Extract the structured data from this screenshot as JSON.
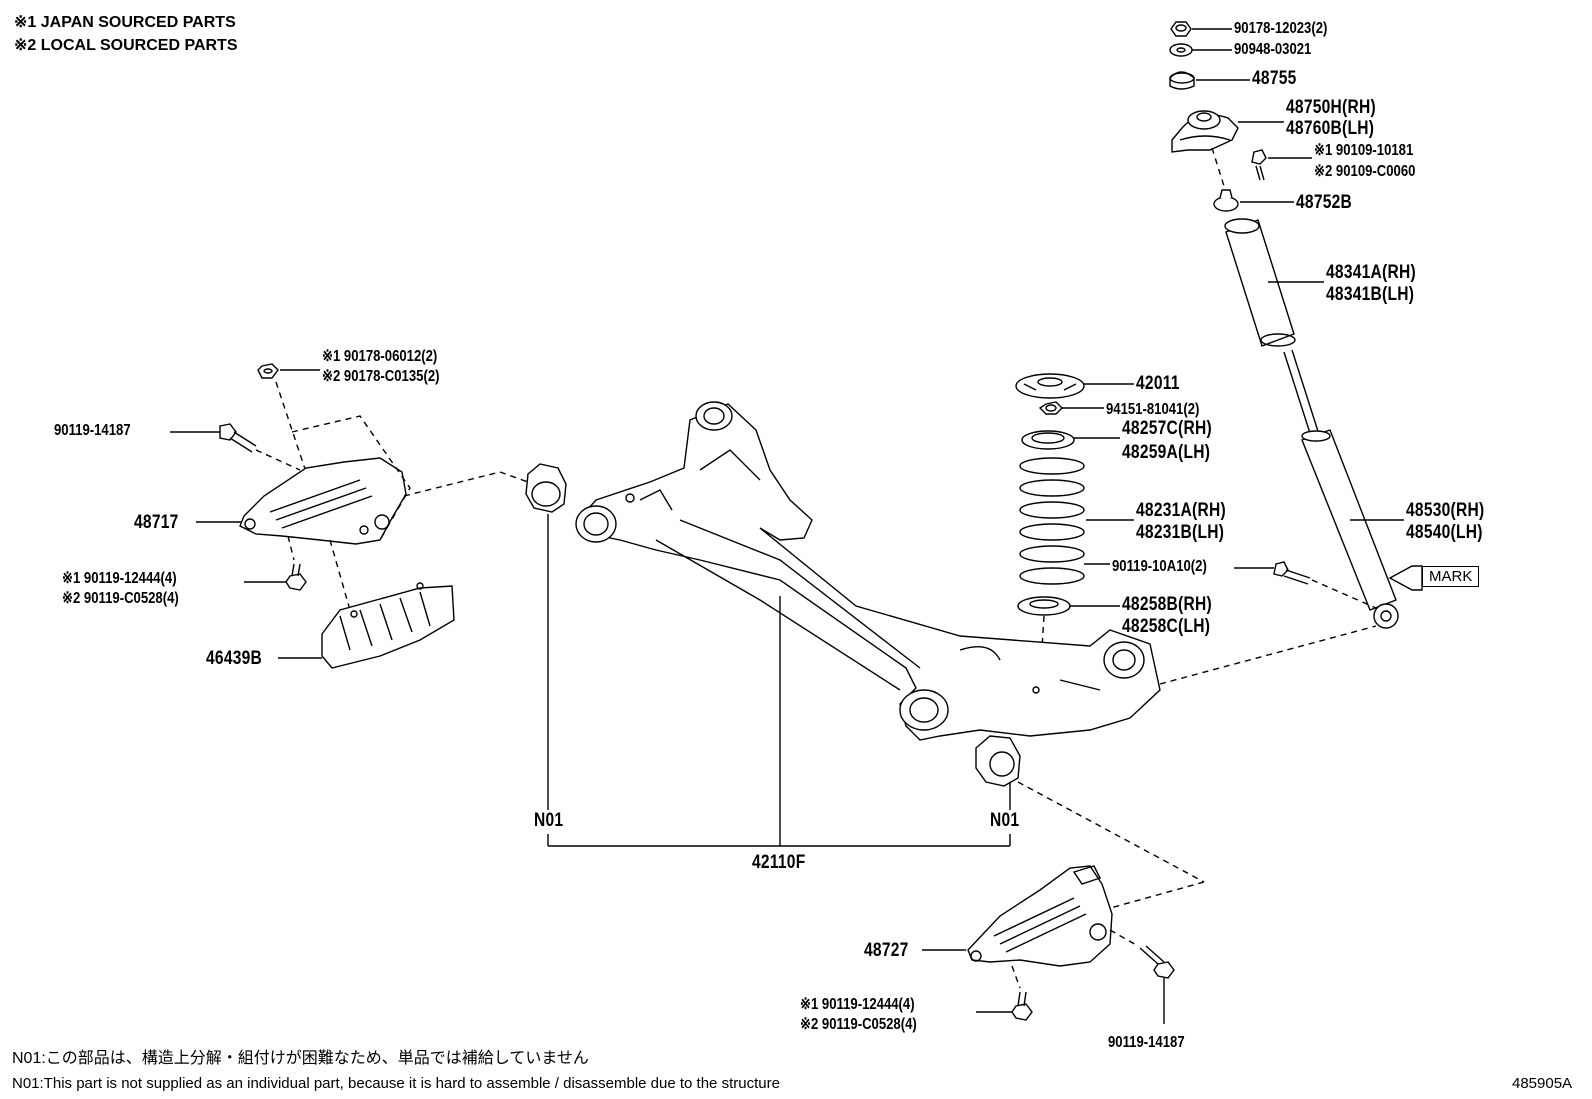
{
  "legend": {
    "line1": "※1 JAPAN SOURCED PARTS",
    "line2": "※2 LOCAL SOURCED PARTS"
  },
  "labels": {
    "p90178_12023": "90178-12023(2)",
    "p90948_03021": "90948-03021",
    "p48755": "48755",
    "p48750H": "48750H(RH)",
    "p48760B": "48760B(LH)",
    "p90109_10181": "※1 90109-10181",
    "p90109_C0060": "※2 90109-C0060",
    "p48752B": "48752B",
    "p48341A": "48341A(RH)",
    "p48341B": "48341B(LH)",
    "p90178_06012": "※1 90178-06012(2)",
    "p90178_C0135": "※2 90178-C0135(2)",
    "p90119_14187_top": "90119-14187",
    "p48717": "48717",
    "p90119_12444_top": "※1 90119-12444(4)",
    "p90119_C0528_top": "※2 90119-C0528(4)",
    "p46439B": "46439B",
    "p42011": "42011",
    "p94151": "94151-81041(2)",
    "p48257C": "48257C(RH)",
    "p48259A": "48259A(LH)",
    "p48231A": "48231A(RH)",
    "p48231B": "48231B(LH)",
    "p90119_10A10": "90119-10A10(2)",
    "p48258B": "48258B(RH)",
    "p48258C": "48258C(LH)",
    "p48530": "48530(RH)",
    "p48540": "48540(LH)",
    "mark": "MARK",
    "n01_left": "N01",
    "n01_right": "N01",
    "p42110F": "42110F",
    "p48727": "48727",
    "p90119_12444_bot": "※1 90119-12444(4)",
    "p90119_C0528_bot": "※2 90119-C0528(4)",
    "p90119_14187_bot": "90119-14187"
  },
  "footer": {
    "note_jp": "N01:この部品は、構造上分解・組付けが困難なため、単品では補給していません",
    "note_en": "N01:This part is not supplied as an individual part, because it is hard to assemble / disassemble due to the structure",
    "figure_id": "485905A"
  }
}
